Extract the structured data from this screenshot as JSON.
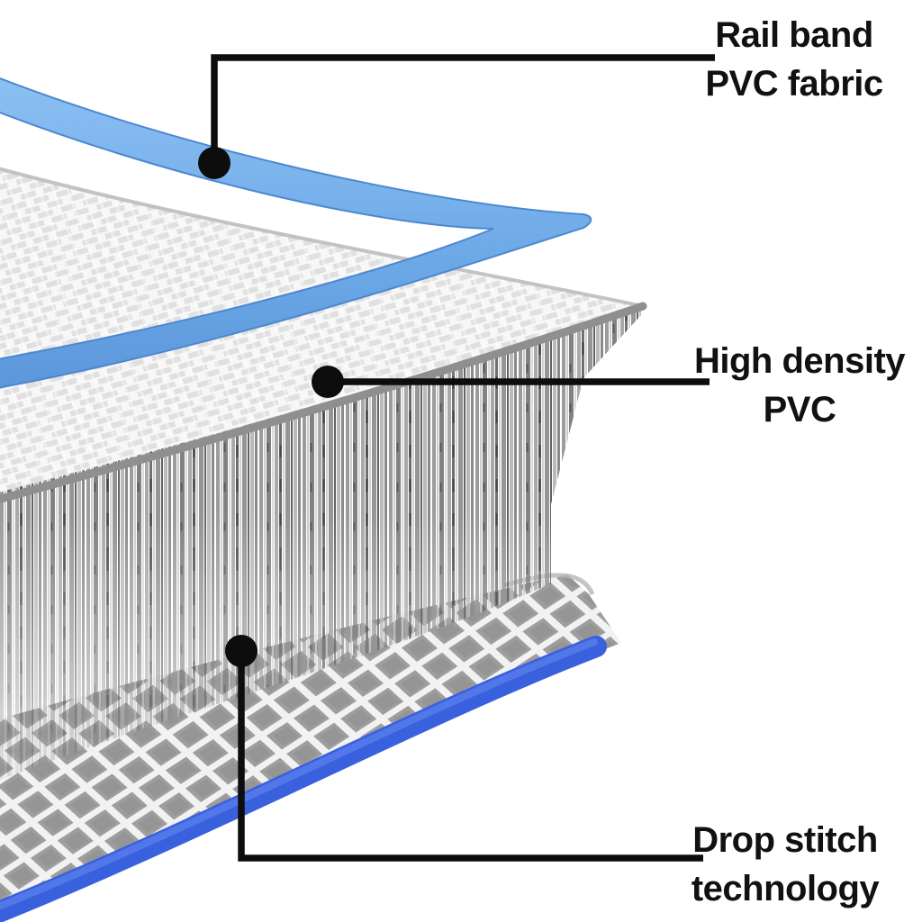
{
  "callouts": {
    "rail_band": {
      "line1": "Rail band",
      "line2": "PVC fabric"
    },
    "high_density": {
      "line1": "High density",
      "line2": "PVC"
    },
    "drop_stitch": {
      "line1": "Drop stitch",
      "line2": "technology"
    }
  },
  "colors": {
    "background": "#ffffff",
    "label_text": "#111111",
    "callout_black": "#0d0d0d",
    "top_band_blue_light": "#8cc0f2",
    "top_band_blue": "#6faae8",
    "top_band_blue_dark": "#5b97da",
    "top_band_edge": "#4c88cf",
    "bottom_band_blue": "#3a61dd",
    "bottom_band_blue_light": "#5d82ee",
    "top_mesh_white": "#f7f7f7",
    "top_mesh_gray": "#e0e0e0",
    "bottom_mesh_gray": "#9e9e9e",
    "bottom_mesh_line": "#f2f2f2",
    "surface_edge_gray": "#8f8f8f",
    "far_edge_gray": "#bcbcbc"
  }
}
